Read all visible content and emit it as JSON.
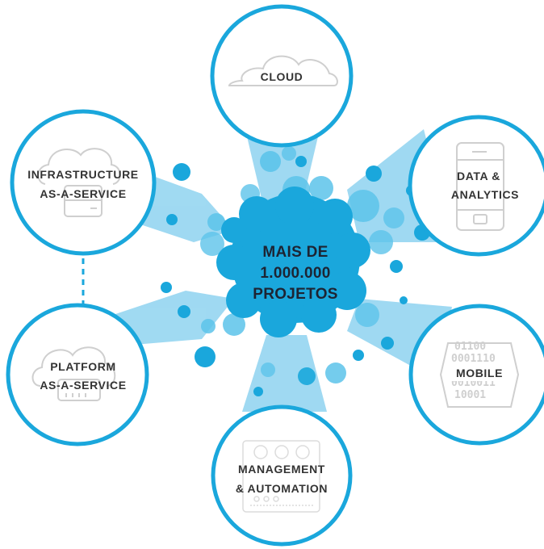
{
  "center": {
    "lines": [
      "MAIS DE",
      "1.000.000",
      "PROJETOS"
    ]
  },
  "nodes": {
    "cloud": {
      "lines": [
        "CLOUD"
      ],
      "icon": "cloud-icon"
    },
    "data_analytics": {
      "lines": [
        "DATA &",
        "ANALYTICS"
      ],
      "icon": "smartphone-icon"
    },
    "mobile": {
      "lines": [
        "MOBILE"
      ],
      "icon": "binary-chip-icon"
    },
    "management_automation": {
      "lines": [
        "MANAGEMENT",
        "& AUTOMATION"
      ],
      "icon": "control-panel-icon"
    },
    "platform_as_a_service": {
      "lines": [
        "PLATFORM",
        "AS-A-SERVICE"
      ],
      "icon": "cloud-server-icon"
    },
    "infrastructure_as_a_service": {
      "lines": [
        "INFRASTRUCTURE",
        "AS-A-SERVICE"
      ],
      "icon": "cloud-server-icon"
    }
  },
  "colors": {
    "primary_blue": "#1aa7dc",
    "ring_blue": "#2a9fd6",
    "beam_blue": "#8fd3f0",
    "bubble_light": "#5cc3ea",
    "icon_gray": "#cfcfcf",
    "text_dark": "#333333"
  }
}
